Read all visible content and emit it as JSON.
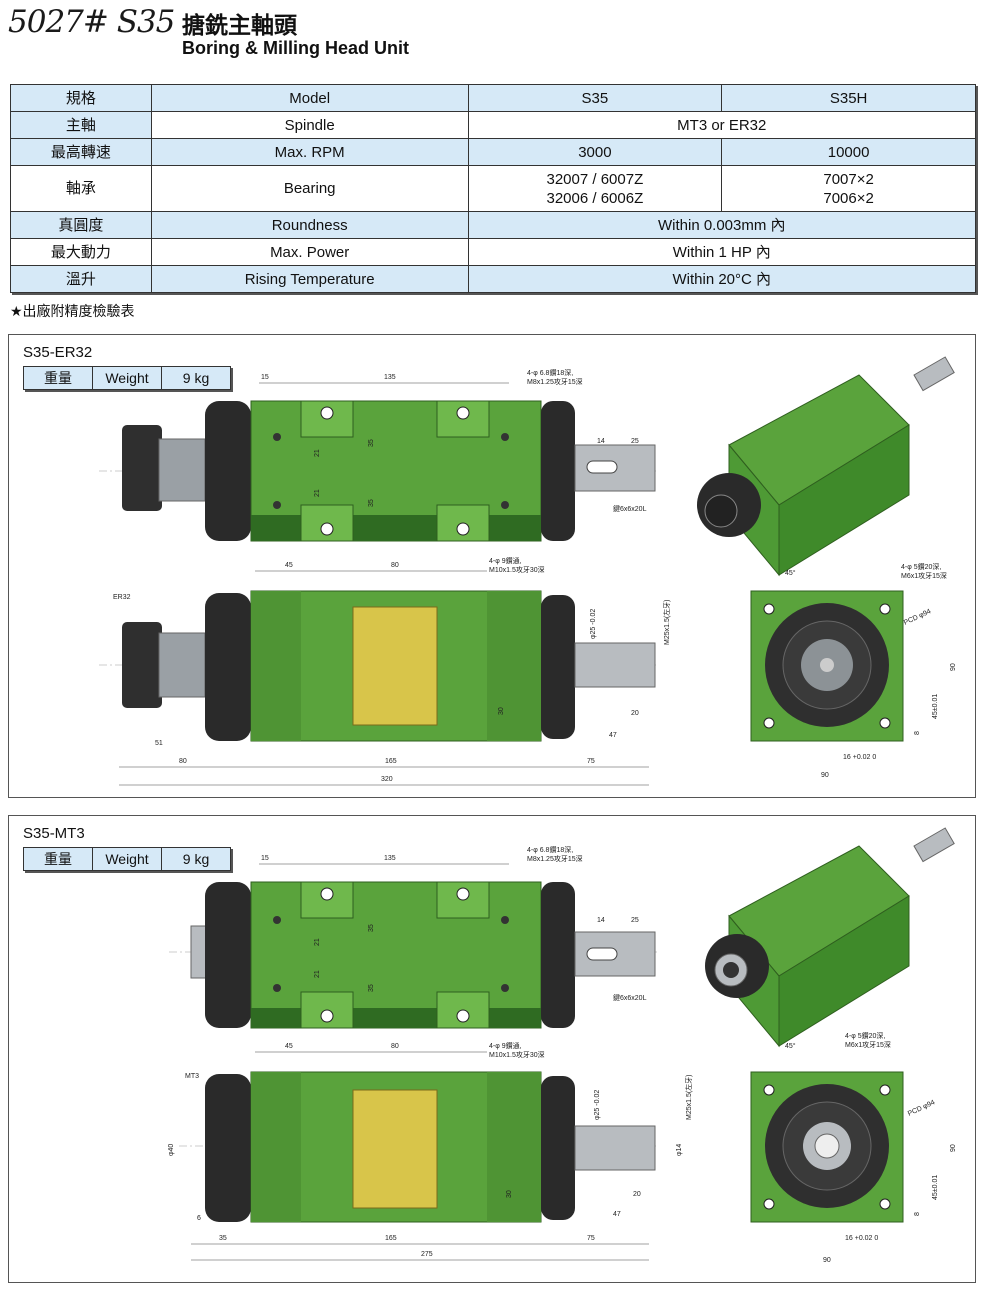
{
  "header": {
    "model": "5027# S35",
    "title_cn": "搪銑主軸頭",
    "title_en": "Boring & Milling Head Unit"
  },
  "spec_table": {
    "rows": [
      {
        "cn": "規格",
        "en": "Model",
        "s35": "S35",
        "s35h": "S35H"
      },
      {
        "cn": "主軸",
        "en": "Spindle",
        "both": "MT3 or ER32"
      },
      {
        "cn": "最高轉速",
        "en": "Max. RPM",
        "s35": "3000",
        "s35h": "10000"
      },
      {
        "cn": "軸承",
        "en": "Bearing",
        "s35_l1": "32007 / 6007Z",
        "s35_l2": "32006 / 6006Z",
        "s35h_l1": "7007×2",
        "s35h_l2": "7006×2"
      },
      {
        "cn": "真圓度",
        "en": "Roundness",
        "both": "Within 0.003mm 內"
      },
      {
        "cn": "最大動力",
        "en": "Max. Power",
        "both": "Within 1 HP 內"
      },
      {
        "cn": "溫升",
        "en": "Rising Temperature",
        "both": "Within 20°C 內"
      }
    ]
  },
  "note": "★出廠附精度檢驗表",
  "panels": [
    {
      "title": "S35-ER32",
      "weight_cn": "重量",
      "weight_en": "Weight",
      "weight_val": "9 kg",
      "top": {
        "d15": "15",
        "d135": "135",
        "hole_note1": "4-φ 6.8鑽18深,",
        "hole_note2": "M8x1.25攻牙15深",
        "d21a": "21",
        "d21b": "21",
        "d35a": "35",
        "d35b": "35",
        "d14": "14",
        "d25": "25",
        "key": "鍵6x6x20L",
        "d45": "45",
        "d80": "80",
        "bot_note1": "4-φ 9鑽通,",
        "bot_note2": "M10x1.5攻牙30深"
      },
      "front": {
        "tool": "ER32",
        "d_shaft": "φ25 -0.02",
        "d_thread": "M25x1.5(左牙)",
        "d30": "30",
        "d20": "20",
        "d47": "47",
        "d51": "51",
        "d80": "80",
        "d165": "165",
        "d75": "75",
        "d320": "320"
      },
      "end": {
        "angle": "45°",
        "note1": "4-φ 5鑽20深,",
        "note2": "M6x1攻牙15深",
        "pcd": "PCD φ94",
        "d90v": "90",
        "d45": "45±0.01",
        "d8": "8",
        "d16": "16 +0.02 0",
        "d90h": "90"
      }
    },
    {
      "title": "S35-MT3",
      "weight_cn": "重量",
      "weight_en": "Weight",
      "weight_val": "9 kg",
      "top": {
        "d15": "15",
        "d135": "135",
        "hole_note1": "4-φ 6.8鑽18深,",
        "hole_note2": "M8x1.25攻牙15深",
        "d21a": "21",
        "d21b": "21",
        "d35a": "35",
        "d35b": "35",
        "d14": "14",
        "d25": "25",
        "key": "鍵6x6x20L",
        "d45": "45",
        "d80": "80",
        "bot_note1": "4-φ 9鑽通,",
        "bot_note2": "M10x1.5攻牙30深"
      },
      "front": {
        "tool": "MT3",
        "d_shaft": "φ25 -0.02",
        "d_thread": "M25x1.5(左牙)",
        "d30": "30",
        "d40": "φ40",
        "d14": "φ14",
        "d20": "20",
        "d47": "47",
        "d6": "6",
        "d35": "35",
        "d165": "165",
        "d75": "75",
        "d275": "275"
      },
      "end": {
        "angle": "45°",
        "note1": "4-φ 5鑽20深,",
        "note2": "M6x1攻牙15深",
        "pcd": "PCD φ94",
        "d90v": "90",
        "d45": "45±0.01",
        "d8": "8",
        "d16": "16 +0.02 0",
        "d90h": "90"
      }
    }
  ]
}
